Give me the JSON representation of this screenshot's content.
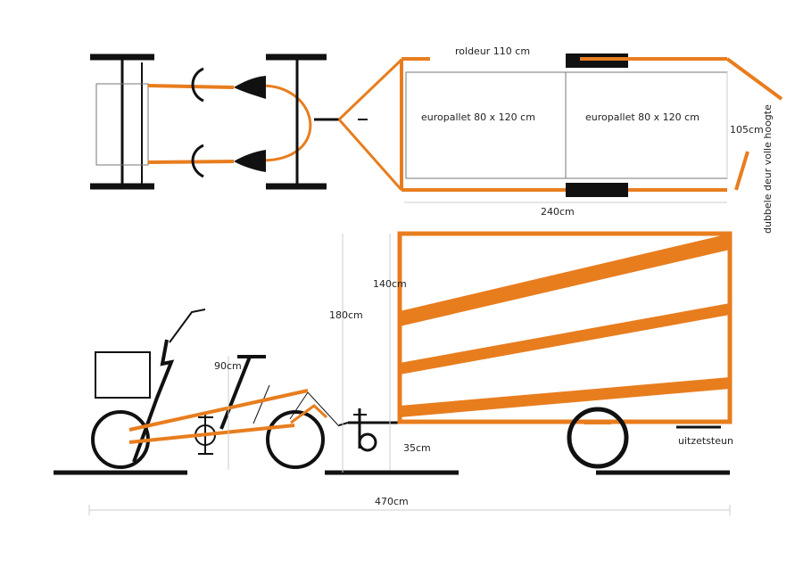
{
  "colors": {
    "orange": "#e87d1e",
    "black": "#111111",
    "dimension": "#cccccc",
    "background": "#ffffff"
  },
  "top_view": {
    "roller_door": "roldeur 110 cm",
    "pallet_1": "europallet 80 x 120 cm",
    "pallet_2": "europallet 80 x 120 cm",
    "width": "105cm",
    "length": "240cm",
    "rear_door": "dubbele deur volle hoogte",
    "hitch_mark": "-"
  },
  "side_view": {
    "bike_height": "90cm",
    "trailer_total_height": "180cm",
    "box_height": "140cm",
    "floor_height": "35cm",
    "total_length": "470cm",
    "support_leg": "uitzetsteun"
  }
}
